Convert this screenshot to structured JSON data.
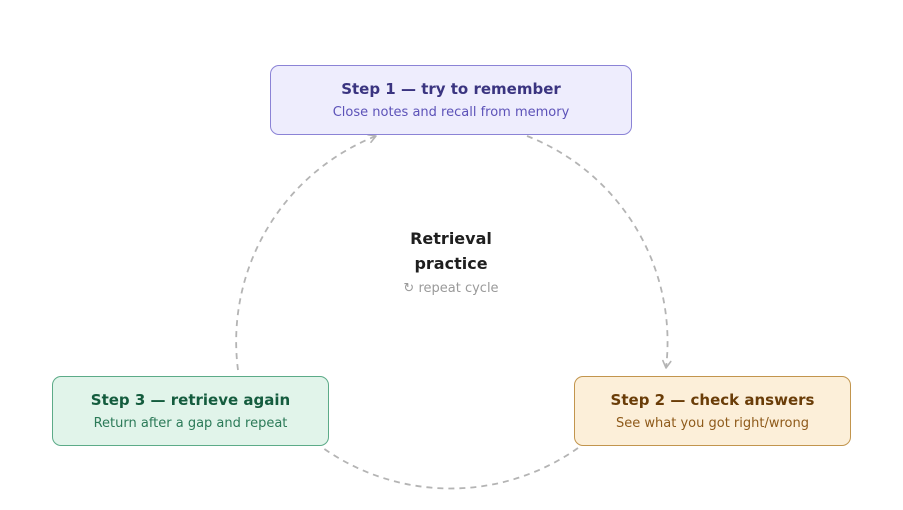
{
  "steps": [
    {
      "title": "Step 1 — try to remember",
      "description": "Close notes and recall from memory"
    },
    {
      "title": "Step 2 — check answers",
      "description": "See what you got right/wrong"
    },
    {
      "title": "Step 3 — retrieve again",
      "description": "Return after a gap and repeat"
    }
  ],
  "center": {
    "title": "Retrieval practice",
    "subtitle": "↻ repeat cycle"
  },
  "colors": {
    "step1_fill": "#eeedfd",
    "step1_stroke": "#8b83d6",
    "step2_fill": "#fcefd9",
    "step2_stroke": "#c2954d",
    "step3_fill": "#e1f4ea",
    "step3_stroke": "#5cab88",
    "arrow": "#b4b4b4"
  }
}
